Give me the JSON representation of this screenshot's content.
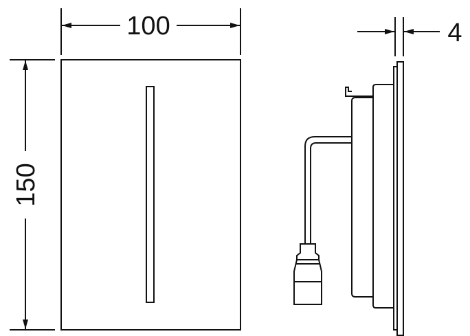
{
  "dimensions": {
    "width_label": "100",
    "height_label": "150",
    "depth_label": "4"
  },
  "colors": {
    "line": "#111111",
    "background": "#ffffff"
  }
}
